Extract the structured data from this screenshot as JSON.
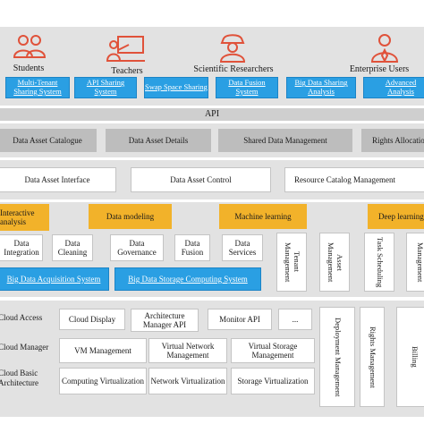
{
  "users": [
    {
      "label": "Students",
      "icon": "students-icon"
    },
    {
      "label": "Teachers",
      "icon": "teacher-icon"
    },
    {
      "label": "Scientific Researchers",
      "icon": "researcher-icon"
    },
    {
      "label": "Enterprise Users",
      "icon": "enterprise-user-icon"
    }
  ],
  "applications": [
    "Multi-Tenant Sharing System",
    "API Sharing System",
    "Swap Space Sharing",
    "Data Fusion System",
    "Big Data Sharing Analysis",
    "Advanced Analysis"
  ],
  "api_label": "API",
  "management_row": [
    "Data Asset Catalogue",
    "Data Asset Details",
    "Shared Data Management",
    "Rights Allocation"
  ],
  "interface_row": [
    "Data Asset Interface",
    "Data Asset Control",
    "Resource Catalog Management"
  ],
  "processing": [
    "Interactive analysis",
    "Data modeling",
    "Machine learning",
    "Deep learning"
  ],
  "data_ops": [
    "Data Integration",
    "Data Cleaning",
    "Data Governance",
    "Data Fusion",
    "Data Services"
  ],
  "storage": [
    "Big Data Acquisition System",
    "Big Data Storage Computing System"
  ],
  "side_management": [
    "Tenant Management",
    "Asset Management",
    "Task Scheduling",
    "Management"
  ],
  "infra_rows": [
    "Cloud Access",
    "Cloud Manager",
    "Cloud Basic Architecture"
  ],
  "cloud_access": [
    "Cloud Display",
    "Architecture Manager API",
    "Monitor API",
    "..."
  ],
  "cloud_manager": [
    "VM Management",
    "Virtual Network Management",
    "Virtual Storage Management"
  ],
  "cloud_basic": [
    "Computing Virtualization",
    "Network Virtualization",
    "Storage Virtualization"
  ],
  "right_columns": [
    "Deployment Management",
    "Rights Management",
    "Billing"
  ],
  "colors": {
    "blue": "#2a9fe3",
    "orange": "#f2b22a",
    "grey": "#bdbdbd",
    "band": "#e2e2e2",
    "icon_red": "#e0523a"
  }
}
